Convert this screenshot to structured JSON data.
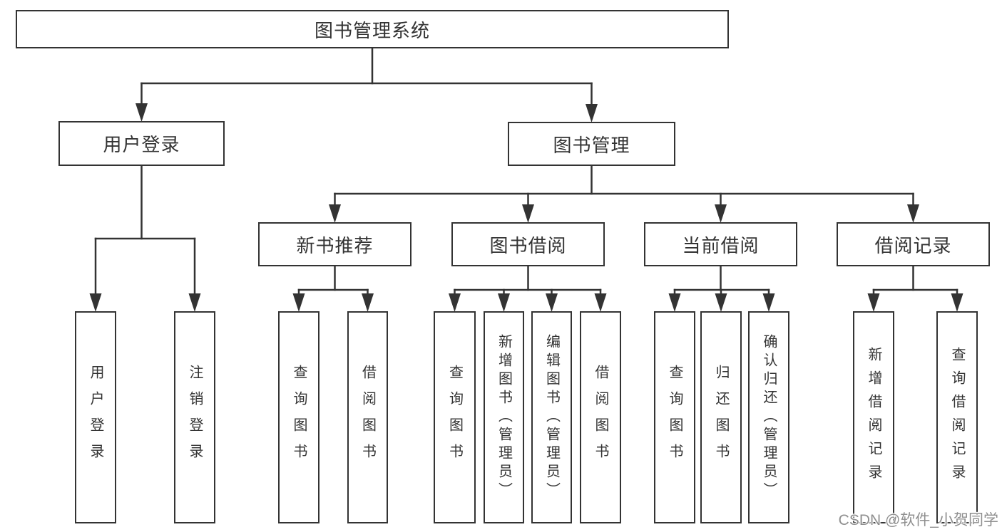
{
  "colors": {
    "line": "#333333",
    "text": "#333333",
    "background": "#ffffff",
    "watermark": "#8f8f8f"
  },
  "diagram": {
    "root": "图书管理系统",
    "level2": {
      "user_login": "用户登录",
      "book_mgmt": "图书管理"
    },
    "level3": {
      "new_book_rec": "新书推荐",
      "book_borrow": "图书借阅",
      "current_borrow": "当前借阅",
      "borrow_records": "借阅记录"
    },
    "leaves": {
      "user_login": "用户登录",
      "logout": "注销登录",
      "nb_query": "查询图书",
      "nb_borrow": "借阅图书",
      "bb_query": "查询图书",
      "bb_add": "新增图书（管理员）",
      "bb_edit": "编辑图书（管理员）",
      "bb_borrow": "借阅图书",
      "cb_query": "查询图书",
      "cb_return": "归还图书",
      "cb_confirm": "确认归还（管理员）",
      "br_add": "新增借阅记录",
      "br_query": "查询借阅记录"
    }
  },
  "watermark": "CSDN @软件_小贺同学"
}
